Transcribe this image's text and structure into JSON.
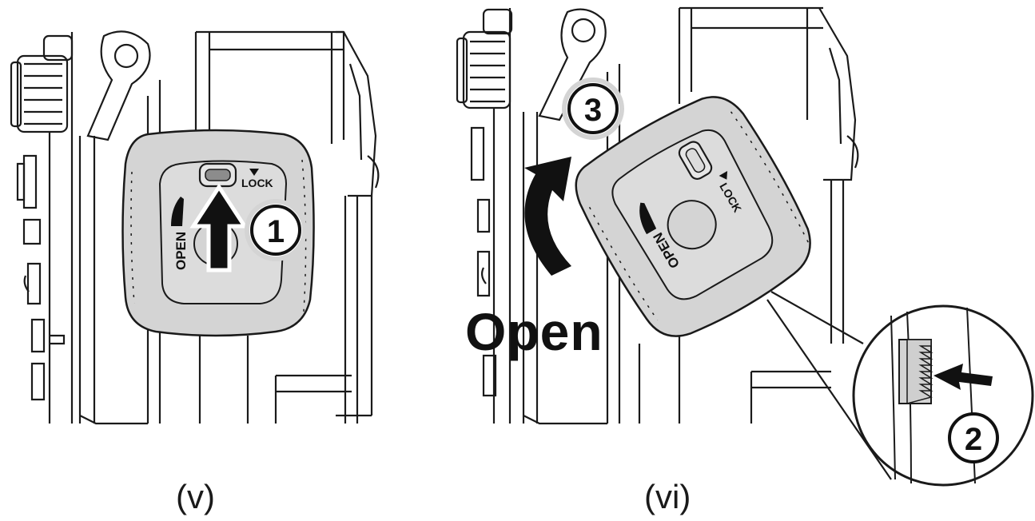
{
  "panels": [
    {
      "caption": "(v)",
      "cover_labels": {
        "open": "OPEN",
        "lock": "LOCK"
      },
      "step": "1"
    },
    {
      "caption": "(vi)",
      "cover_labels": {
        "open": "OPEN",
        "lock": "LOCK"
      },
      "steps": [
        "3",
        "2"
      ],
      "action_label": "Open"
    }
  ],
  "colors": {
    "cover_fill": "#d4d4d4",
    "cover_inner": "#dcdcdc",
    "line": "#1a1a1a",
    "arrow": "#111111"
  }
}
